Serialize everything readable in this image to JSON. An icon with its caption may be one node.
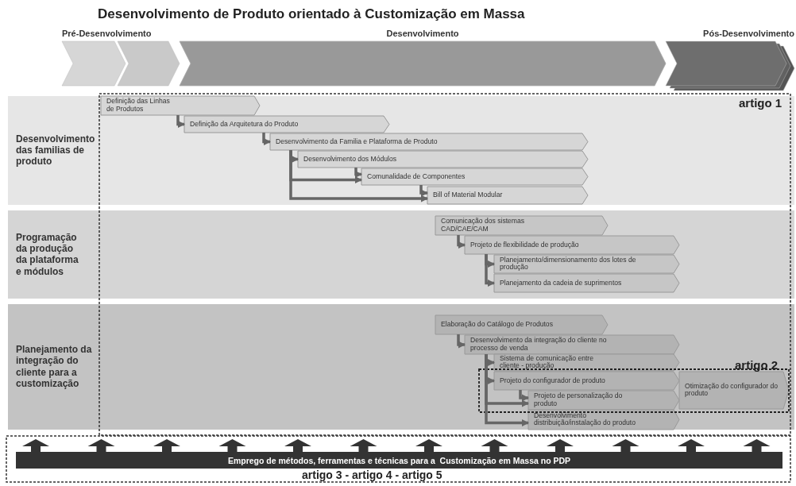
{
  "diagram": {
    "title": "Desenvolvimento de Produto orientado à Customização em Massa",
    "nodes": [
      {
        "text": [
          "Pré-Desenvolvimento"
        ]
      },
      {
        "text": [
          "Desenvolvimento"
        ]
      },
      {
        "text": [
          "Pós-Desenvolvimento"
        ]
      },
      {
        "text": [
          "Desenvolvimento das familias de produto"
        ]
      },
      {
        "text": [
          "Definição das Linhas de Produtos"
        ],
        "in": 3
      },
      {
        "text": [
          "Definição da Arquitetura do Produto"
        ],
        "in": 3
      },
      {
        "text": [
          "Desenvolvimento da Familia e Plataforma de Produto"
        ],
        "in": 3
      },
      {
        "text": [
          "Desenvolvimento dos Módulos"
        ],
        "in": 3
      },
      {
        "text": [
          "Comunalidade de Componentes"
        ],
        "in": 3
      },
      {
        "text": [
          "Bill of Material Modular"
        ],
        "in": 3
      },
      {
        "text": [
          "Programação da produção da plataforma e módulos"
        ]
      },
      {
        "text": [
          "Comunicação dos sistemas CAD/CAE/CAM"
        ],
        "in": 10
      },
      {
        "text": [
          "Projeto de flexibilidade de produção"
        ],
        "in": 10
      },
      {
        "text": [
          "Planejamento/dimensionamento dos lotes de produção"
        ],
        "in": 10
      },
      {
        "text": [
          "Planejamento da cadeia de suprimentos"
        ],
        "in": 10
      },
      {
        "text": [
          "Planejamento da integração do cliente para a customização"
        ]
      },
      {
        "text": [
          "Elaboração do Catálogo de Produtos"
        ],
        "in": 15
      },
      {
        "text": [
          "Desenvolvimento da integração do cliente no processo de venda"
        ],
        "in": 15
      },
      {
        "text": [
          "Sistema de comunicação entre cliente - produção"
        ],
        "in": 15
      },
      {
        "text": [
          "Projeto do configurador de produto"
        ],
        "in": 15
      },
      {
        "text": [
          "Projeto de personalização do produto"
        ],
        "in": 15
      },
      {
        "text": [
          "Desenvolvimento distribuição/instalação do produto"
        ],
        "in": 15
      },
      {
        "text": [
          "Otimização do configurador do produto"
        ],
        "in": 15
      },
      {
        "text": [
          "Emprego de métodos, ferramentas e técnicas para a  Customização em Massa no PDP"
        ]
      }
    ],
    "edges": [
      {
        "from": 4,
        "to": 5,
        "arrow": "to"
      },
      {
        "from": 5,
        "to": 6,
        "arrow": "to"
      },
      {
        "from": 6,
        "to": 7,
        "arrow": "to"
      },
      {
        "from": 6,
        "to": 8,
        "arrow": "to"
      },
      {
        "from": 7,
        "to": 8,
        "arrow": "to"
      },
      {
        "from": 6,
        "to": 9,
        "arrow": "to"
      },
      {
        "from": 8,
        "to": 9,
        "arrow": "to"
      },
      {
        "from": 11,
        "to": 12,
        "arrow": "to"
      },
      {
        "from": 12,
        "to": 13,
        "arrow": "to"
      },
      {
        "from": 12,
        "to": 14,
        "arrow": "to"
      },
      {
        "from": 16,
        "to": 17,
        "arrow": "to"
      },
      {
        "from": 17,
        "to": 18,
        "arrow": "to"
      },
      {
        "from": 17,
        "to": 19,
        "arrow": "to"
      },
      {
        "from": 17,
        "to": 20,
        "arrow": "to"
      },
      {
        "from": 19,
        "to": 20,
        "arrow": "to"
      },
      {
        "from": 17,
        "to": 21,
        "arrow": "to"
      }
    ],
    "labels": [
      "artigo 1",
      "artigo 2",
      "artigo 3 - artigo 4 - artigo 5"
    ]
  }
}
